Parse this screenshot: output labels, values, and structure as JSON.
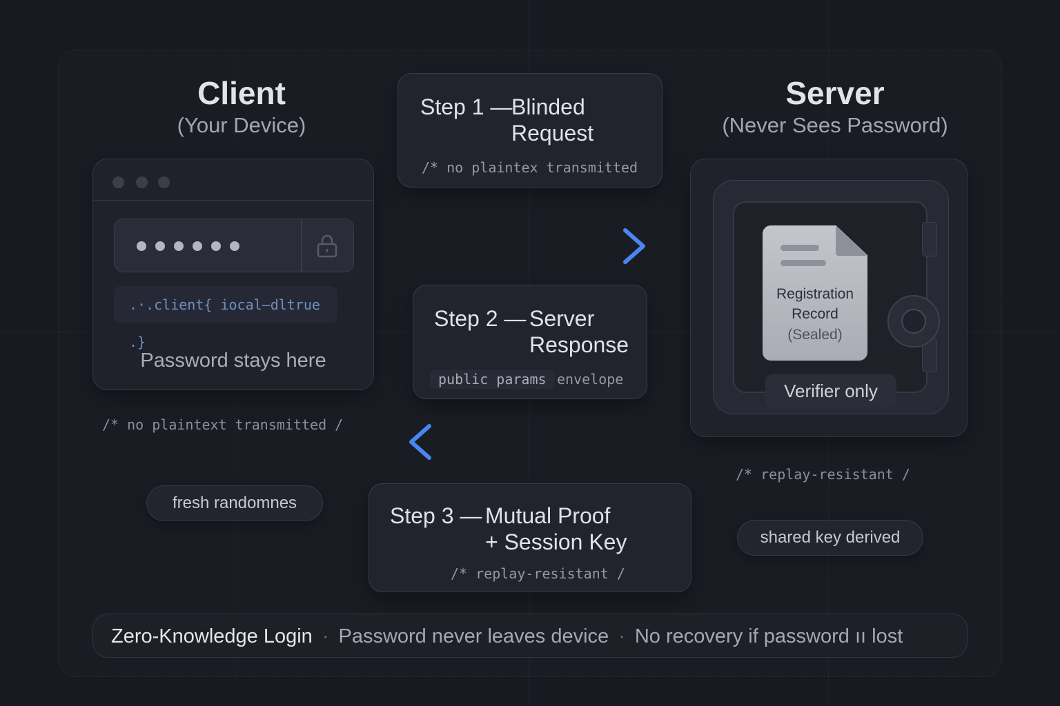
{
  "client": {
    "title": "Client",
    "subtitle": "(Your Device)",
    "password_dots": 6,
    "code_chip": ".·.client{ iocal—dltrue .}",
    "stays_label": "Password stays here",
    "note": "/* no plaintext transmitted /",
    "pill": "fresh randomnes"
  },
  "server": {
    "title": "Server",
    "subtitle": "(Never Sees Password)",
    "record_line1": "Registration",
    "record_line2": "Record",
    "record_line3": "(Sealed)",
    "verifier": "Verifier only",
    "note": "/* replay-resistant /",
    "pill": "shared key derived"
  },
  "steps": [
    {
      "label": "Step 1 —",
      "title1": "Blinded",
      "title2": "Request",
      "sub": "/* no plaintex transmitted"
    },
    {
      "label": "Step 2 —",
      "title1": "Server",
      "title2": "Response",
      "sub_a": "public params",
      "sub_b": "envelope"
    },
    {
      "label": "Step 3 —",
      "title1": "Mutual Proof",
      "title2": "+ Session Key",
      "sub": "/* replay-resistant /"
    }
  ],
  "footer": {
    "main": "Zero-Knowledge Login",
    "sep": "·",
    "point1": "Password never leaves device",
    "point2": "No recovery if password ıı lost"
  },
  "colors": {
    "background": "#181a22",
    "accent": "#4a86f0",
    "panel": "#20222b"
  },
  "icons": [
    "lock-icon",
    "arrow-right-icon",
    "arrow-left-icon",
    "document-icon",
    "vault-dial-icon"
  ]
}
